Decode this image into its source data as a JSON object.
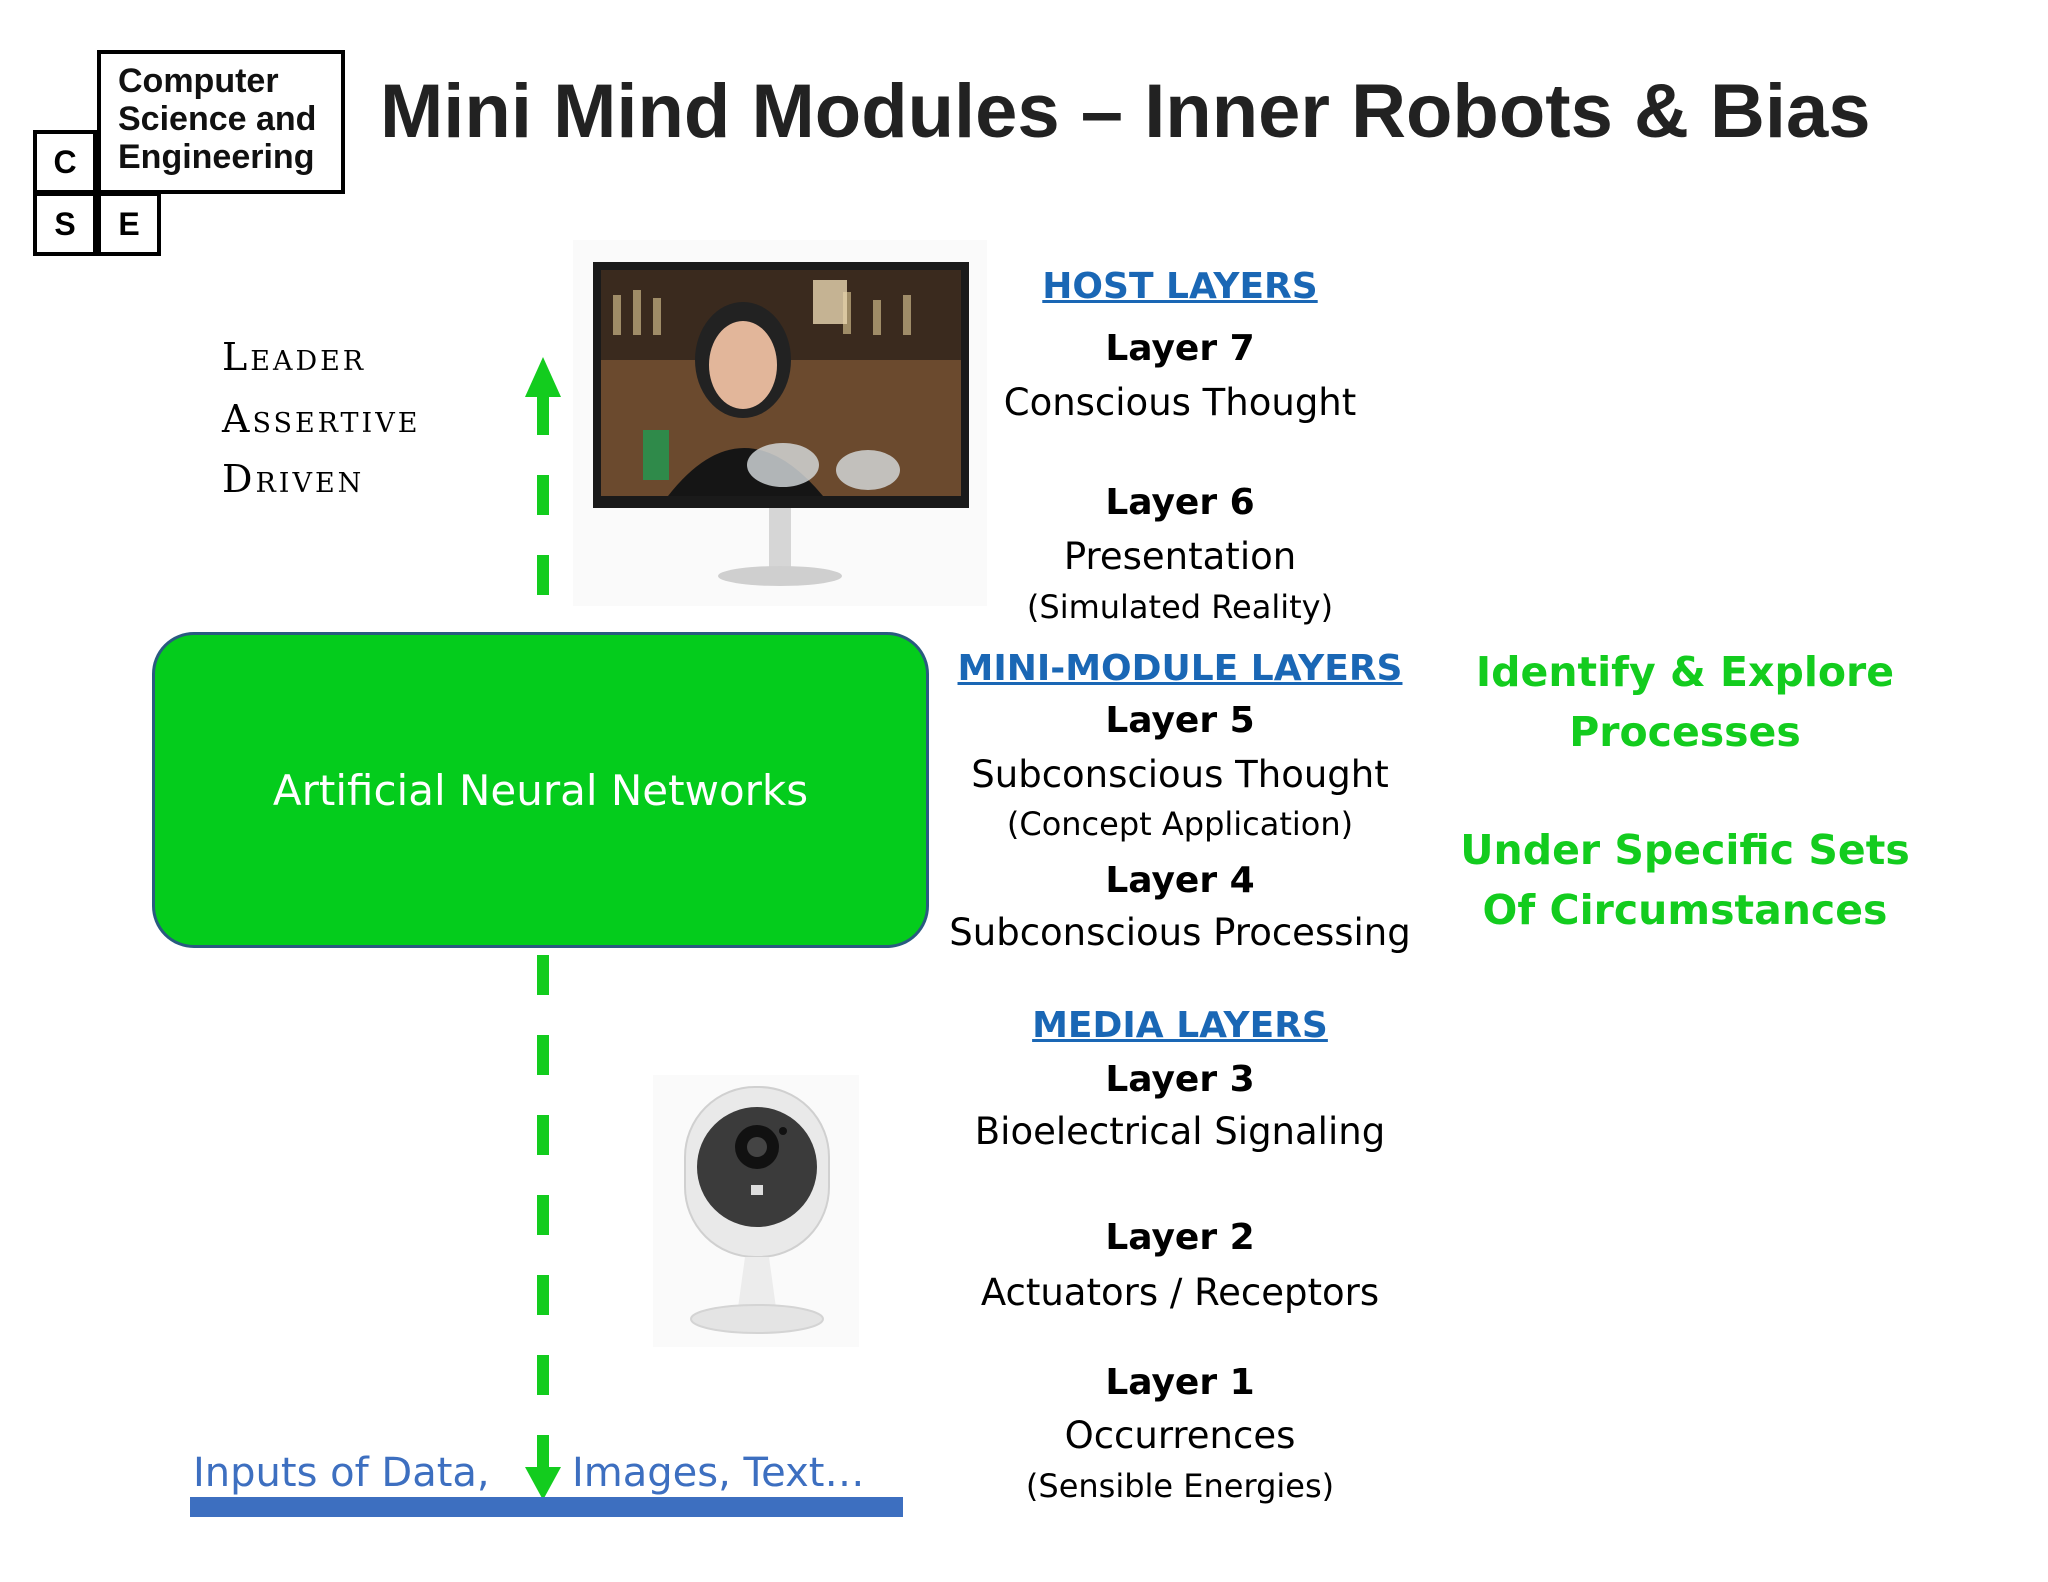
{
  "logo": {
    "line1": "Computer",
    "line2": "Science and",
    "line3": "Engineering",
    "c": "C",
    "s": "S",
    "e": "E"
  },
  "title": "Mini Mind Modules – Inner Robots & Bias",
  "traits": [
    "Leader",
    "Assertive",
    "Driven"
  ],
  "box_label": "Artificial Neural Networks",
  "inputs": {
    "left": "Inputs of Data,",
    "right": "Images, Text…"
  },
  "sections": {
    "host": "HOST LAYERS",
    "mini": "MINI-MODULE LAYERS",
    "media": "MEDIA LAYERS"
  },
  "layers": {
    "l7": {
      "name": "Layer 7",
      "desc": "Conscious Thought"
    },
    "l6": {
      "name": "Layer 6",
      "desc": "Presentation",
      "sub": "(Simulated Reality)"
    },
    "l5": {
      "name": "Layer 5",
      "desc": "Subconscious Thought",
      "sub": "(Concept Application)"
    },
    "l4": {
      "name": "Layer 4",
      "desc": "Subconscious Processing"
    },
    "l3": {
      "name": "Layer 3",
      "desc": "Bioelectrical Signaling"
    },
    "l2": {
      "name": "Layer 2",
      "desc": "Actuators / Receptors"
    },
    "l1": {
      "name": "Layer 1",
      "desc": "Occurrences",
      "sub": "(Sensible Energies)"
    }
  },
  "notes": {
    "n1a": "Identify & Explore",
    "n1b": "Processes",
    "n2a": "Under Specific Sets",
    "n2b": "Of Circumstances"
  },
  "colors": {
    "accent_green": "#04cc1c",
    "note_green": "#13cc1e",
    "link_blue": "#1a67b5",
    "input_blue": "#3d6fc0"
  }
}
